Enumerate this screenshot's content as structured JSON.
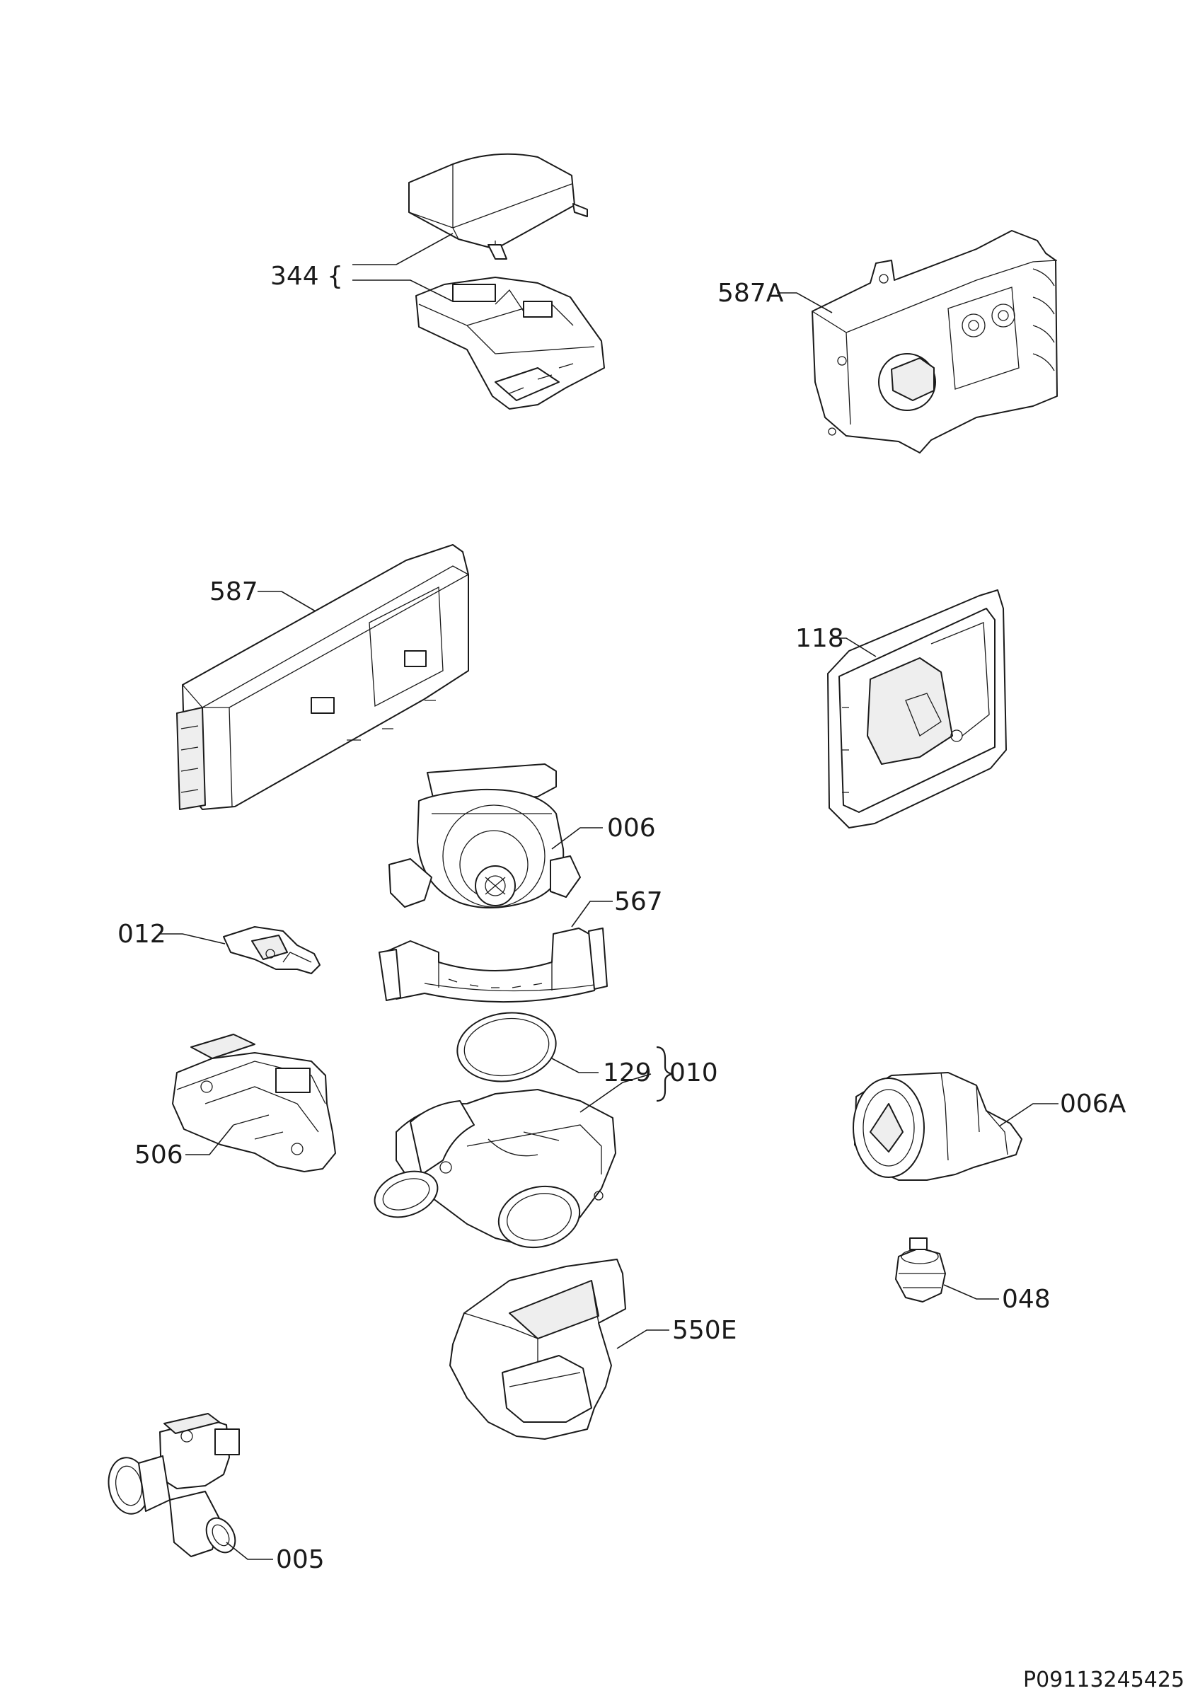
{
  "parts": {
    "p344": "344 {",
    "p587A": "587A",
    "p587": "587",
    "p118": "118",
    "p006": "006",
    "p567": "567",
    "p012": "012",
    "p129": "129",
    "p010": "010",
    "p506": "506",
    "p006A": "006A",
    "p048": "048",
    "p550E": "550E",
    "p005": "005"
  },
  "document": {
    "code": "P09113245425"
  }
}
